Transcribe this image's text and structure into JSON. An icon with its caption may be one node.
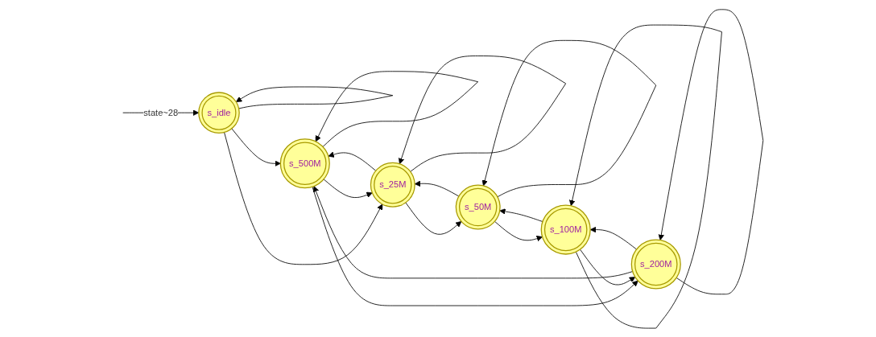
{
  "diagram": {
    "nodes": [
      {
        "text": [
          "s_idle"
        ]
      },
      {
        "text": [
          "s_500M"
        ]
      },
      {
        "text": [
          "s_25M"
        ]
      },
      {
        "text": [
          "s_50M"
        ]
      },
      {
        "text": [
          "s_200M"
        ]
      },
      {
        "text": [
          "s_100M"
        ]
      }
    ],
    "edges": [
      {
        "from": null,
        "to": 0,
        "arrow": "to",
        "label": "state~28"
      },
      {
        "from": 0,
        "to": 1,
        "arrow": "to"
      },
      {
        "from": 0,
        "to": 2,
        "arrow": "to"
      },
      {
        "from": 1,
        "to": 2,
        "arrow": "to"
      },
      {
        "from": 1,
        "to": 4,
        "arrow": "to"
      },
      {
        "from": 2,
        "to": 1,
        "arrow": "to"
      },
      {
        "from": 2,
        "to": 3,
        "arrow": "to"
      },
      {
        "from": 3,
        "to": 2,
        "arrow": "to"
      },
      {
        "from": 3,
        "to": 5,
        "arrow": "to"
      },
      {
        "from": 4,
        "to": 1,
        "arrow": "to"
      },
      {
        "from": 4,
        "to": 5,
        "arrow": "to"
      },
      {
        "from": 5,
        "to": 4,
        "arrow": "to"
      },
      {
        "from": 5,
        "to": 3,
        "arrow": "to"
      },
      {
        "from": 0,
        "to": 0,
        "arrow": "to"
      },
      {
        "from": 1,
        "to": 1,
        "arrow": "to"
      },
      {
        "from": 2,
        "to": 2,
        "arrow": "to"
      },
      {
        "from": 3,
        "to": 3,
        "arrow": "to"
      },
      {
        "from": 4,
        "to": 4,
        "arrow": "to"
      },
      {
        "from": 5,
        "to": 5,
        "arrow": "to"
      }
    ]
  }
}
